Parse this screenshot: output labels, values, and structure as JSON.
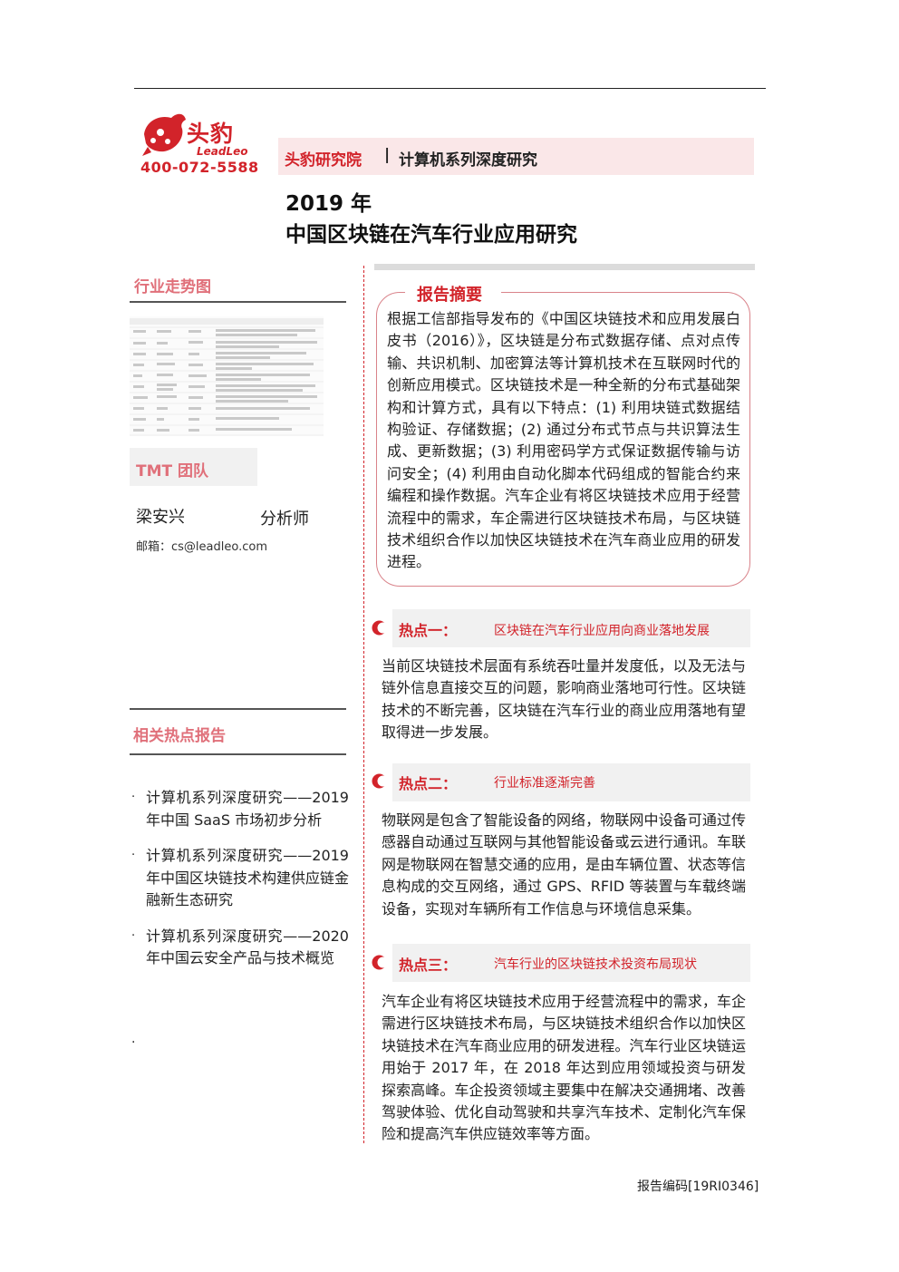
{
  "header": {
    "logo_cn": "头豹",
    "logo_en": "LeadLeo",
    "phone": "400-072-5588",
    "institute": "头豹研究院",
    "separator": "|",
    "series": "计算机系列深度研究",
    "title_year": "2019 年",
    "title_main": "中国区块链在汽车行业应用研究"
  },
  "sidebar": {
    "trend_heading": "行业走势图",
    "team_heading": "TMT 团队",
    "analyst_name": "梁安兴",
    "analyst_role": "分析师",
    "email": "邮箱：cs@leadleo.com",
    "related_heading": "相关热点报告",
    "related_reports": [
      "计算机系列深度研究——2019 年中国 SaaS 市场初步分析",
      "计算机系列深度研究——2019 年中国区块链技术构建供应链金融新生态研究",
      "计算机系列深度研究——2020 年中国云安全产品与技术概览"
    ],
    "bullet": "·",
    "tail_dot": "·"
  },
  "summary": {
    "title": "报告摘要",
    "text": "根据工信部指导发布的《中国区块链技术和应用发展白皮书（2016）》，区块链是分布式数据存储、点对点传输、共识机制、加密算法等计算机技术在互联网时代的创新应用模式。区块链技术是一种全新的分布式基础架构和计算方式，具有以下特点：(1) 利用块链式数据结构验证、存储数据；(2) 通过分布式节点与共识算法生成、更新数据；(3) 利用密码学方式保证数据传输与访问安全；(4) 利用由自动化脚本代码组成的智能合约来编程和操作数据。汽车企业有将区块链技术应用于经营流程中的需求，车企需进行区块链技术布局，与区块链技术组织合作以加快区块链技术在汽车商业应用的研发进程。"
  },
  "hotspots": [
    {
      "label": "热点一：",
      "topic": "区块链在汽车行业应用向商业落地发展",
      "text": "当前区块链技术层面有系统吞吐量并发度低，以及无法与链外信息直接交互的问题，影响商业落地可行性。区块链技术的不断完善，区块链在汽车行业的商业应用落地有望取得进一步发展。"
    },
    {
      "label": "热点二：",
      "topic": "行业标准逐渐完善",
      "text": "物联网是包含了智能设备的网络，物联网中设备可通过传感器自动通过互联网与其他智能设备或云进行通讯。车联网是物联网在智慧交通的应用，是由车辆位置、状态等信息构成的交互网络，通过 GPS、RFID 等装置与车载终端设备，实现对车辆所有工作信息与环境信息采集。"
    },
    {
      "label": "热点三：",
      "topic": "汽车行业的区块链技术投资布局现状",
      "text": "汽车企业有将区块链技术应用于经营流程中的需求，车企需进行区块链技术布局，与区块链技术组织合作以加快区块链技术在汽车商业应用的研发进程。汽车行业区块链运用始于 2017 年，在 2018 年达到应用领域投资与研发探索高峰。车企投资领域主要集中在解决交通拥堵、改善驾驶体验、优化自动驾驶和共享汽车技术、定制化汽车保险和提高汽车供应链效率等方面。"
    }
  ],
  "footer": {
    "report_code": "报告编码[19RI0346]"
  },
  "colors": {
    "brand_red": "#d2232a",
    "heading_pink": "#e0707a",
    "banner_bg": "#fae7e8",
    "gray_bar": "#f1f1f1"
  }
}
